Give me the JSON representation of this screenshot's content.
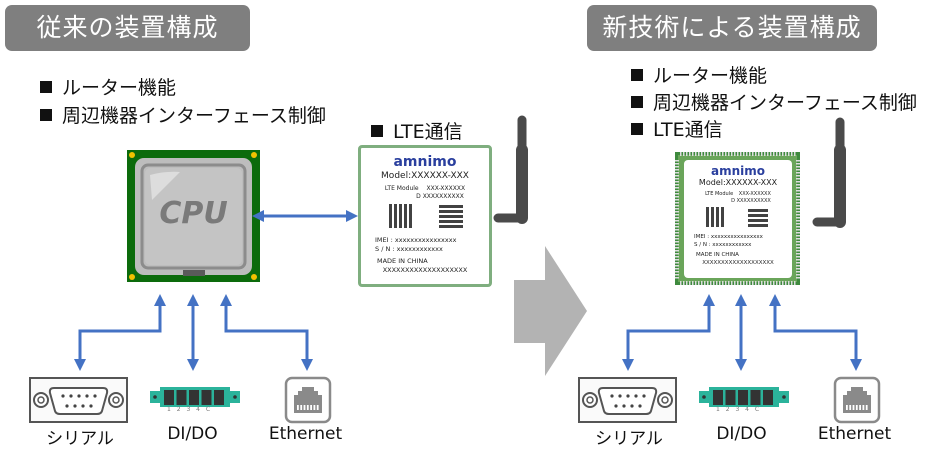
{
  "left": {
    "title": "従来の装置構成",
    "bullets": [
      "ルーター機能",
      "周辺機器インターフェース制御"
    ],
    "lte_bullet": "LTE通信",
    "cpu_label": "CPU",
    "devices": [
      "シリアル",
      "DI/DO",
      "Ethernet"
    ]
  },
  "right": {
    "title": "新技術による装置構成",
    "bullets": [
      "ルーター機能",
      "周辺機器インターフェース制御",
      "LTE通信"
    ],
    "devices": [
      "シリアル",
      "DI/DO",
      "Ethernet"
    ]
  },
  "lte_module": {
    "brand": "amnimo",
    "model": "Model:XXXXXX-XXX",
    "module_label": "LTE Module",
    "cert_r": "XXX-XXXXXX",
    "cert_t": "D XXXXXXXXXX",
    "imei": "IMEI : xxxxxxxxxxxxxxxx",
    "sn": "S / N : xxxxxxxxxxxx",
    "made_in": "MADE IN CHINA",
    "serial_code": "XXXXXXXXXXXXXXXXXXX"
  },
  "dido_pins": [
    "1",
    "2",
    "3",
    "4",
    "C"
  ],
  "colors": {
    "title_bg": "#7f7f7f",
    "arrow_blue": "#4472c4",
    "big_arrow": "#b3b3b3",
    "pcb_green": "#0c6b0c",
    "antenna": "#4a4a4a",
    "terminal_teal": "#2bb39b"
  }
}
